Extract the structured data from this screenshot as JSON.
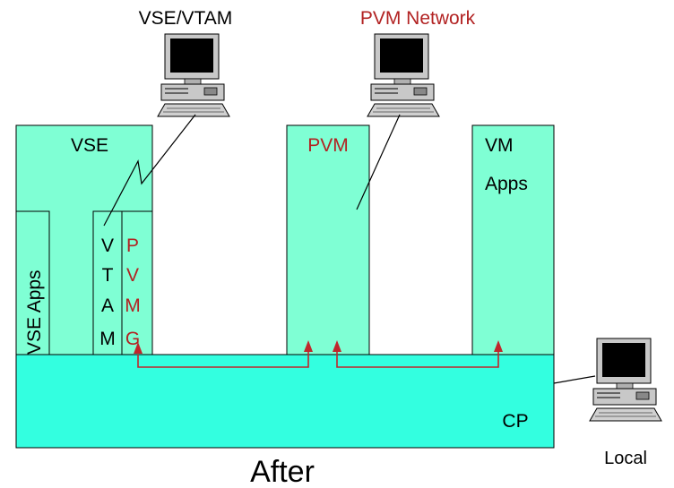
{
  "labels": {
    "vse_vtam_terminal": "VSE/VTAM",
    "pvm_network_terminal": "PVM Network",
    "vse": "VSE",
    "pvm": "PVM",
    "vm_apps_line1": "VM",
    "vm_apps_line2": "Apps",
    "vse_apps": "VSE Apps",
    "vtam": [
      "V",
      "T",
      "A",
      "M"
    ],
    "pvmg": [
      "P",
      "V",
      "M",
      "G"
    ],
    "cp": "CP",
    "local": "Local",
    "caption": "After"
  },
  "colors": {
    "box_fill": "#7fffd4",
    "cp_fill": "#33ffe0",
    "outline": "#000000",
    "accent_red": "#b22222",
    "arrow": "#c0262b"
  },
  "icons": [
    "computer-terminal-icon",
    "computer-terminal-icon",
    "computer-terminal-icon"
  ]
}
